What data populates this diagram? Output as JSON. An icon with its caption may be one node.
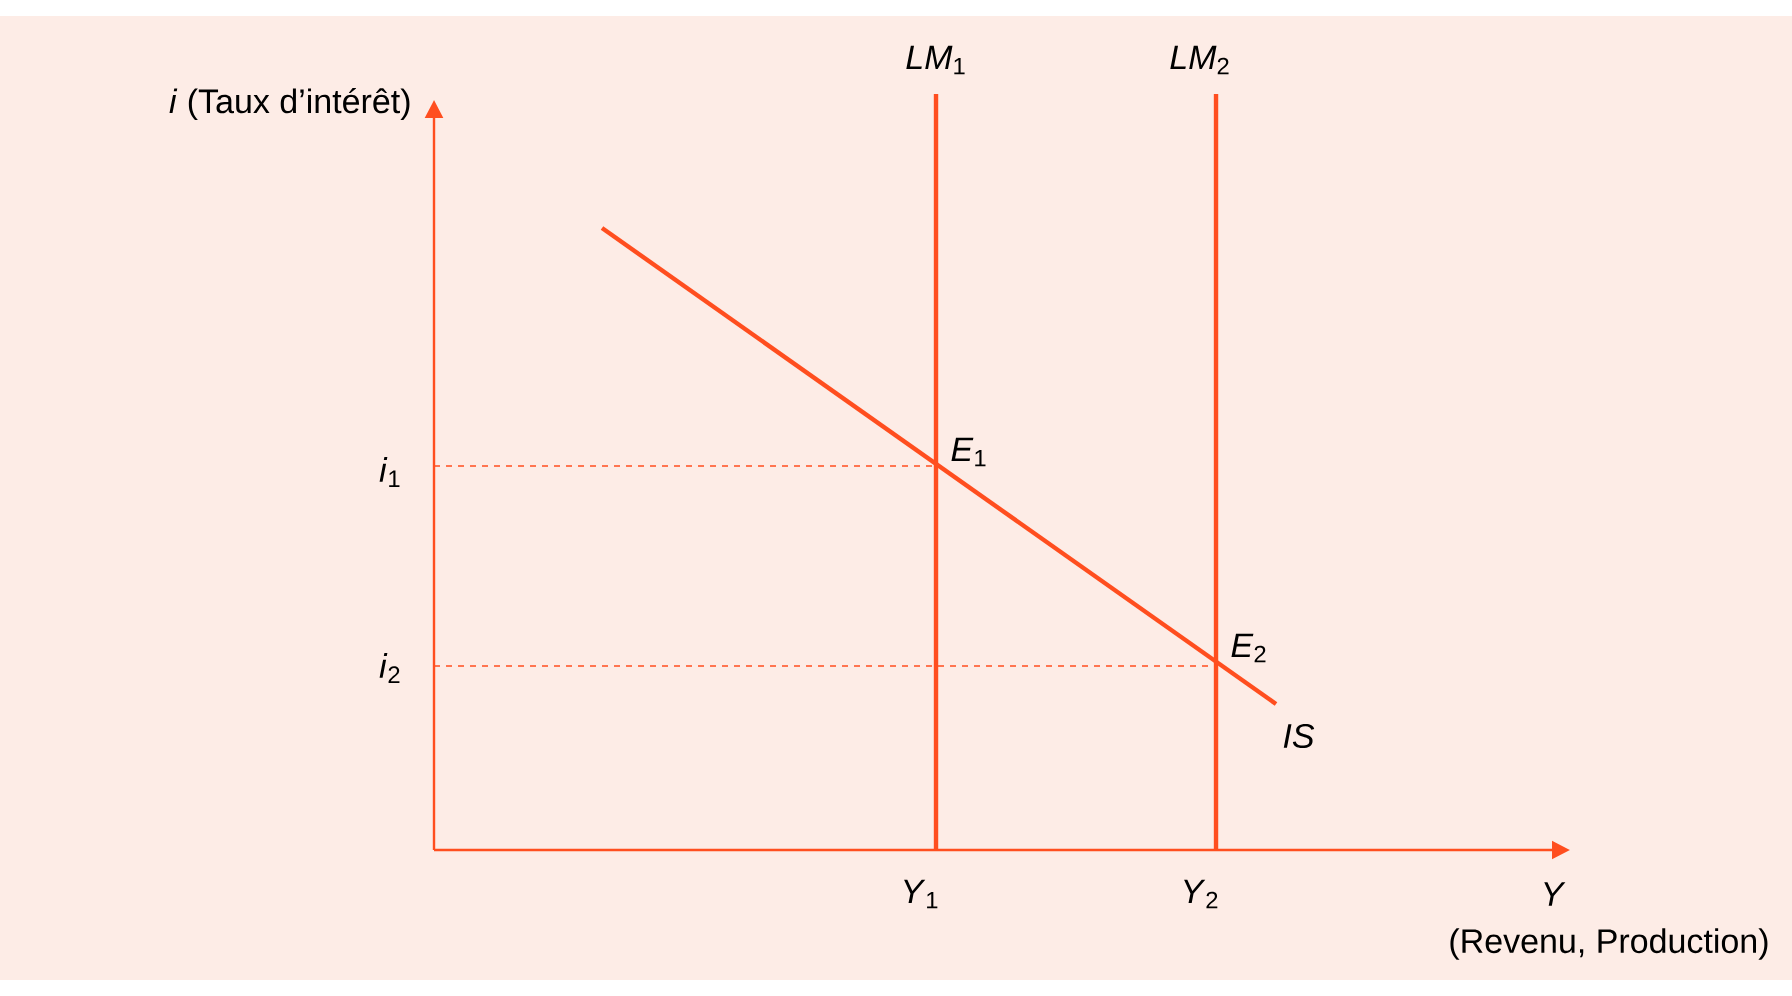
{
  "diagram": {
    "labels": [
      "*i* (Taux d’intérêt)",
      "*LM*$_{1}$",
      "*LM*$_{2}$",
      "*i*$_{1}$",
      "*E*$_{1}$",
      "*i*$_{2}$",
      "*E*$_{2}$",
      "IS",
      "*Y*$_{1}$",
      "*Y*$_{2}$",
      "Y",
      "(Revenu, Production)"
    ]
  }
}
